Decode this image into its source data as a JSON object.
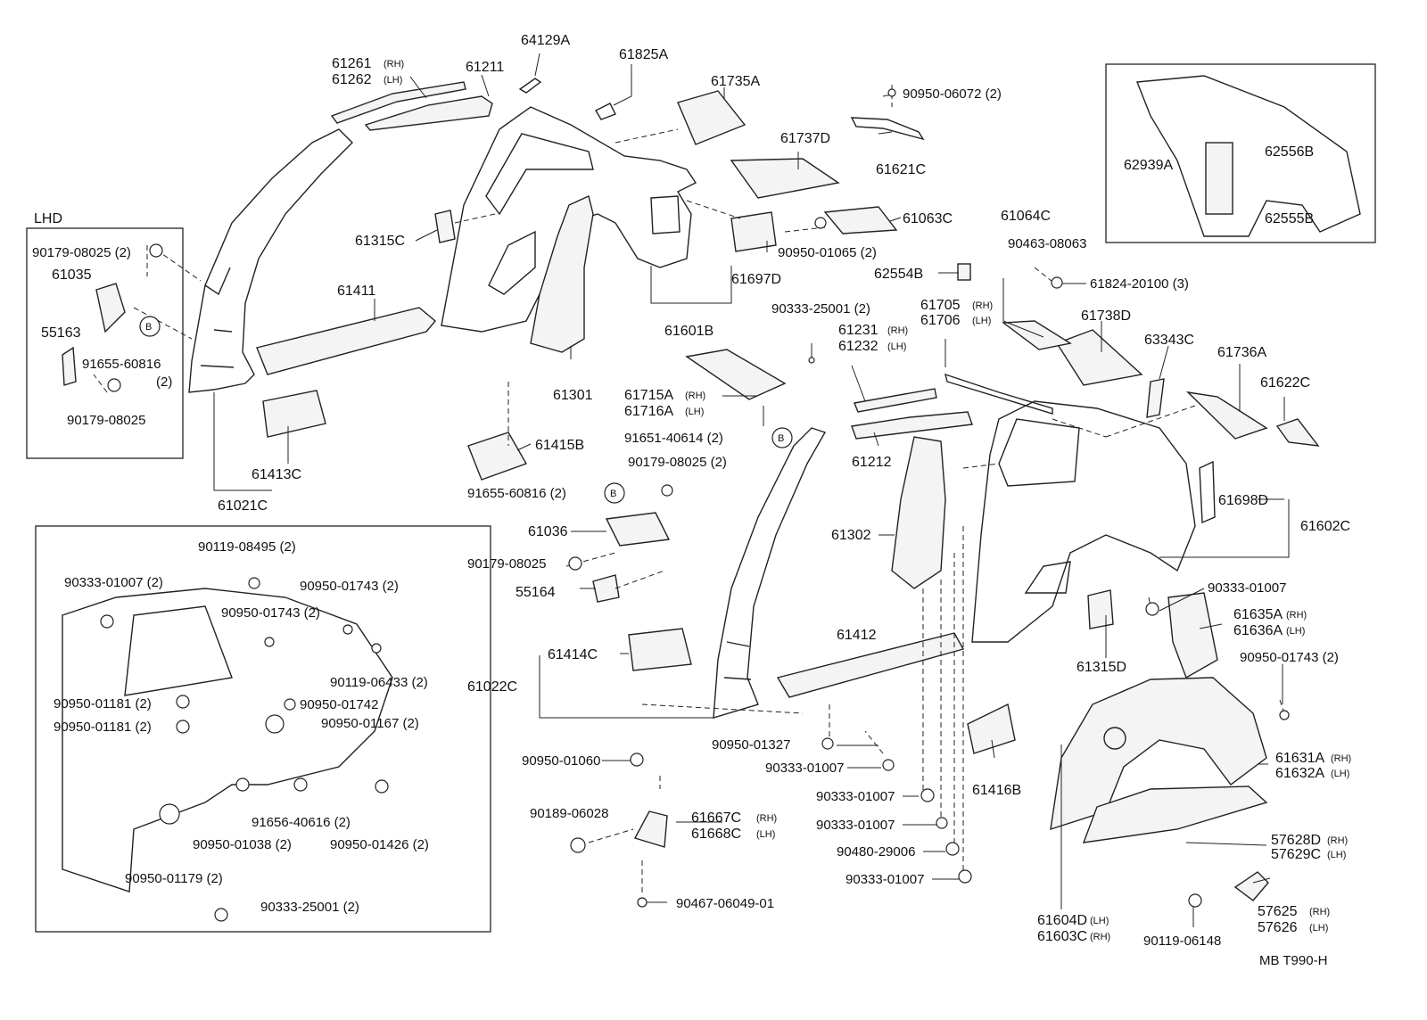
{
  "diagram": {
    "code": "MB T990-H",
    "inset_lhd_title": "LHD",
    "callout_marker": "B",
    "labels": {
      "p61261": "61261",
      "p61262": "61262",
      "rh": "(RH)",
      "lh": "(LH)",
      "p61211": "61211",
      "p64129A": "64129A",
      "p61825A": "61825A",
      "p61735A": "61735A",
      "p90950_06072": "90950-06072 (2)",
      "p61737D": "61737D",
      "p61621C": "61621C",
      "p61063C": "61063C",
      "p90950_01065": "90950-01065 (2)",
      "p61697D": "61697D",
      "p61601B": "61601B",
      "p61315C": "61315C",
      "p61411": "61411",
      "p61301": "61301",
      "p61413C": "61413C",
      "p61021C": "61021C",
      "p90179_08025_2": "90179-08025 (2)",
      "p61035": "61035",
      "p55163": "55163",
      "p91655_60816": "91655-60816",
      "qty2": "(2)",
      "p90179_08025": "90179-08025",
      "p61715A": "61715A",
      "p61716A": "61716A",
      "p91651_40614": "91651-40614 (2)",
      "p61415B": "61415B",
      "p90179_08025_2b": "90179-08025 (2)",
      "p91655_60816_2": "91655-60816 (2)",
      "p61036": "61036",
      "p90179_08025b": "90179-08025",
      "p55164": "55164",
      "p61414C": "61414C",
      "p61022C": "61022C",
      "p90333_25001_2": "90333-25001 (2)",
      "p61231": "61231",
      "p61232": "61232",
      "p62554B": "62554B",
      "p61705": "61705",
      "p61706": "61706",
      "p61064C": "61064C",
      "p90463_08063": "90463-08063",
      "p61824_20100": "61824-20100 (3)",
      "p61738D": "61738D",
      "p63343C": "63343C",
      "p61736A": "61736A",
      "p61622C": "61622C",
      "p61212": "61212",
      "p61302": "61302",
      "p61412": "61412",
      "p61698D": "61698D",
      "p61602C": "61602C",
      "p90333_01007": "90333-01007",
      "p61635A": "61635A",
      "p61636A": "61636A",
      "p90950_01743_2": "90950-01743 (2)",
      "p61315D": "61315D",
      "p90950_01327": "90950-01327",
      "p90333_01007b": "90333-01007",
      "p90950_01060": "90950-01060",
      "p90333_01007c": "90333-01007",
      "p90333_01007d": "90333-01007",
      "p90480_29006": "90480-29006",
      "p90333_01007e": "90333-01007",
      "p61416B": "61416B",
      "p90189_06028": "90189-06028",
      "p61667C": "61667C",
      "p61668C": "61668C",
      "p90467_06049": "90467-06049-01",
      "p61631A": "61631A",
      "p61632A": "61632A",
      "p57628D": "57628D",
      "p57629C": "57629C",
      "p57625": "57625",
      "p57626": "57626",
      "p90119_06148": "90119-06148",
      "p61604D": "61604D",
      "p61603C": "61603C",
      "p62939A": "62939A",
      "p62556B": "62556B",
      "p62555B": "62555B",
      "i90119_08495": "90119-08495 (2)",
      "i90333_01007": "90333-01007 (2)",
      "i90950_01743a": "90950-01743 (2)",
      "i90950_01743b": "90950-01743 (2)",
      "i90119_06433": "90119-06433 (2)",
      "i90950_01181a": "90950-01181 (2)",
      "i90950_01742": "90950-01742",
      "i90950_01181b": "90950-01181 (2)",
      "i90950_01167": "90950-01167 (2)",
      "i91656_40616": "91656-40616 (2)",
      "i90950_01038": "90950-01038 (2)",
      "i90950_01426": "90950-01426 (2)",
      "i90950_01179": "90950-01179 (2)",
      "i90333_25001": "90333-25001 (2)"
    }
  }
}
